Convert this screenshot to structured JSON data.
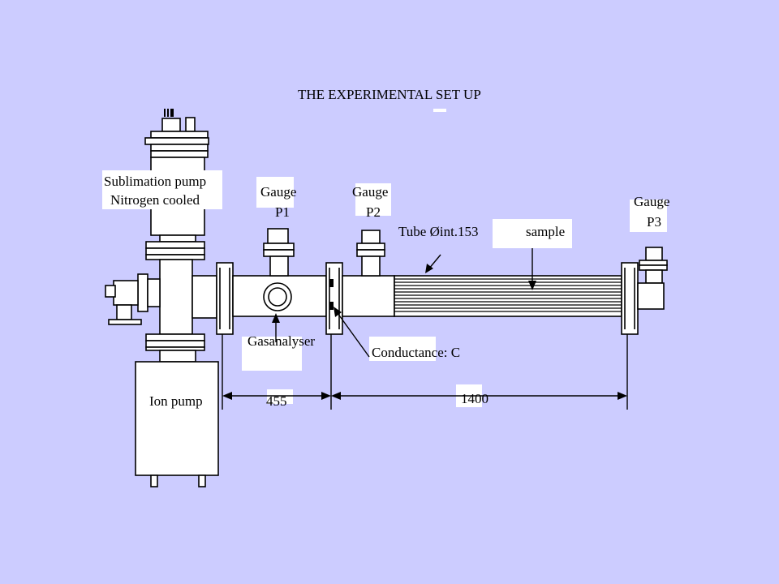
{
  "title": "THE EXPERIMENTAL SET UP",
  "labels": {
    "sublimation_line1": "Sublimation pump",
    "sublimation_line2": "Nitrogen cooled",
    "gauge_p1_line1": "Gauge",
    "gauge_p1_line2": "P1",
    "gauge_p2_line1": "Gauge",
    "gauge_p2_line2": "P2",
    "gauge_p3_line1": "Gauge",
    "gauge_p3_line2": "P3",
    "tube": "Tube  Øint.153",
    "sample": "sample",
    "gasanalyser": "Gasanalyser",
    "conductance": "Conductance: C",
    "ion_pump": "Ion pump",
    "dim_455": "455",
    "dim_1400": "1400"
  },
  "colors": {
    "background": "#ccccff",
    "label_box": "#ffffff",
    "line": "#000000"
  }
}
